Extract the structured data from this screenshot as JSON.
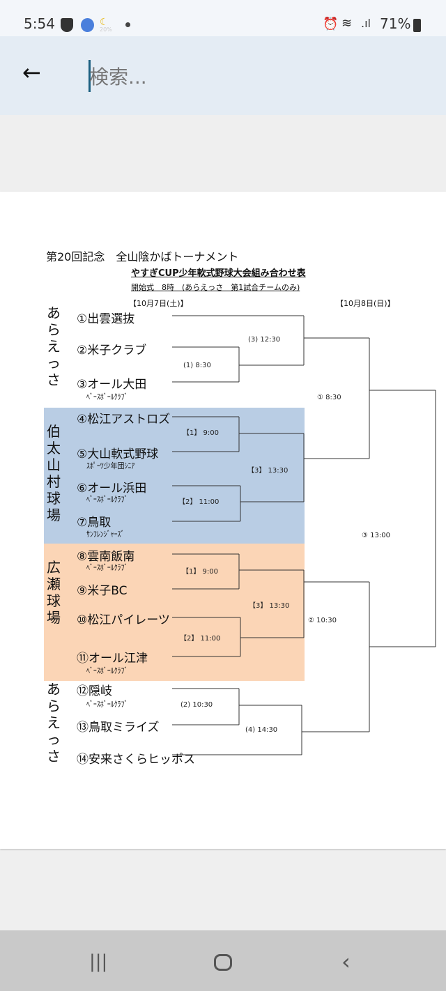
{
  "status_bar": {
    "time": "5:54",
    "weather": "20%",
    "battery": "71%",
    "icons": [
      "shield-check-icon",
      "app-icon",
      "weather-icon",
      "dot-icon",
      "alarm-icon",
      "wifi-icon",
      "signal-icon",
      "battery-icon"
    ]
  },
  "search": {
    "placeholder": "検索..."
  },
  "document": {
    "title": "第20回記念　全山陰かばトーナメント",
    "subtitle": "やすぎCUP少年軟式野球大会組み合わせ表",
    "note": "開始式　8時　(あらえっさ　第1試合チームのみ)",
    "day1": "【10月7日(土)】",
    "day2": "【10月8日(日)】",
    "venues": [
      "あらえっさ",
      "伯太山村球場",
      "広瀬球場",
      "あらえっさ"
    ],
    "venue_colors": {
      "hakuta": "#b9cde4",
      "hirose": "#fbd5b6"
    },
    "teams": [
      {
        "name": "①出雲選抜",
        "sub": ""
      },
      {
        "name": "②米子クラブ",
        "sub": ""
      },
      {
        "name": "③オール大田",
        "sub": "ﾍﾞｰｽﾎﾞｰﾙｸﾗﾌﾞ"
      },
      {
        "name": "④松江アストロズ",
        "sub": ""
      },
      {
        "name": "⑤大山軟式野球",
        "sub": "ｽﾎﾟｰﾂ少年団ｼﾆｱ"
      },
      {
        "name": "⑥オール浜田",
        "sub": "ﾍﾞｰｽﾎﾞｰﾙｸﾗﾌﾞ"
      },
      {
        "name": "⑦鳥取",
        "sub": "ｻﾝﾌﾚﾝｼﾞｬｰｽﾞ"
      },
      {
        "name": "⑧雲南飯南",
        "sub": "ﾍﾞｰｽﾎﾞｰﾙｸﾗﾌﾞ"
      },
      {
        "name": "⑨米子BC",
        "sub": ""
      },
      {
        "name": "⑩松江パイレーツ",
        "sub": ""
      },
      {
        "name": "⑪オール江津",
        "sub": "ﾍﾞｰｽﾎﾞｰﾙｸﾗﾌﾞ"
      },
      {
        "name": "⑫隠岐",
        "sub": "ﾍﾞｰｽﾎﾞｰﾙｸﾗﾌﾞ"
      },
      {
        "name": "⑬鳥取ミライズ",
        "sub": ""
      },
      {
        "name": "⑭安来さくらヒッポス",
        "sub": ""
      }
    ],
    "matches": [
      "(3)  12:30",
      "(1)  8:30",
      "①  8:30",
      "【1】 9:00",
      "【3】 13:30",
      "【2】 11:00",
      "③  13:00",
      "【1】 9:00",
      "【3】 13:30",
      "②  10:30",
      "【2】 11:00",
      "(2)  10:30",
      "(4)  14:30"
    ]
  }
}
